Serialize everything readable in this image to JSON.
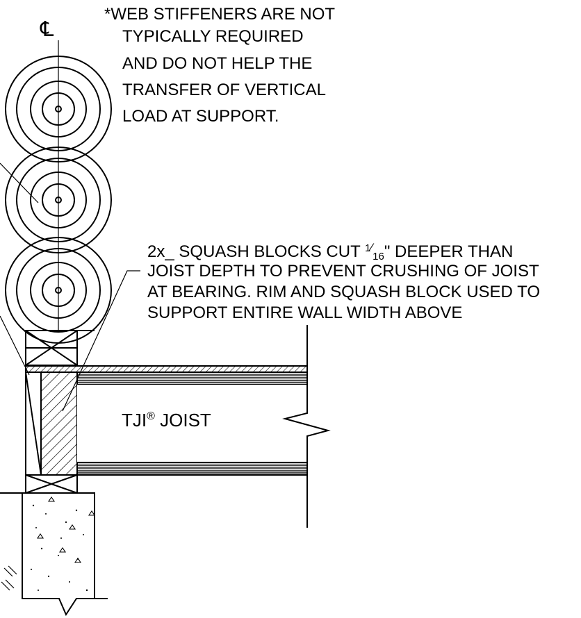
{
  "centerline_mark": "℄",
  "notes": {
    "stiffener": [
      "*WEB STIFFENERS ARE NOT",
      "TYPICALLY REQUIRED",
      "AND DO NOT HELP THE",
      "TRANSFER OF VERTICAL",
      "LOAD AT SUPPORT."
    ],
    "squash_block": {
      "line1_pre": "2x_ SQUASH BLOCKS CUT ",
      "fraction_num": "1",
      "fraction_den": "16",
      "line1_post": "\" DEEPER THAN",
      "line2": "JOIST DEPTH TO PREVENT CRUSHING OF JOIST",
      "line3": "AT BEARING. RIM AND SQUASH BLOCK USED TO",
      "line4": "SUPPORT ENTIRE WALL WIDTH ABOVE"
    }
  },
  "joist": {
    "label": "TJI",
    "mark": "®",
    "label_suffix": " JOIST"
  },
  "colors": {
    "ink": "#000000",
    "background": "#ffffff",
    "flange_gray": "#d0d0d0"
  }
}
